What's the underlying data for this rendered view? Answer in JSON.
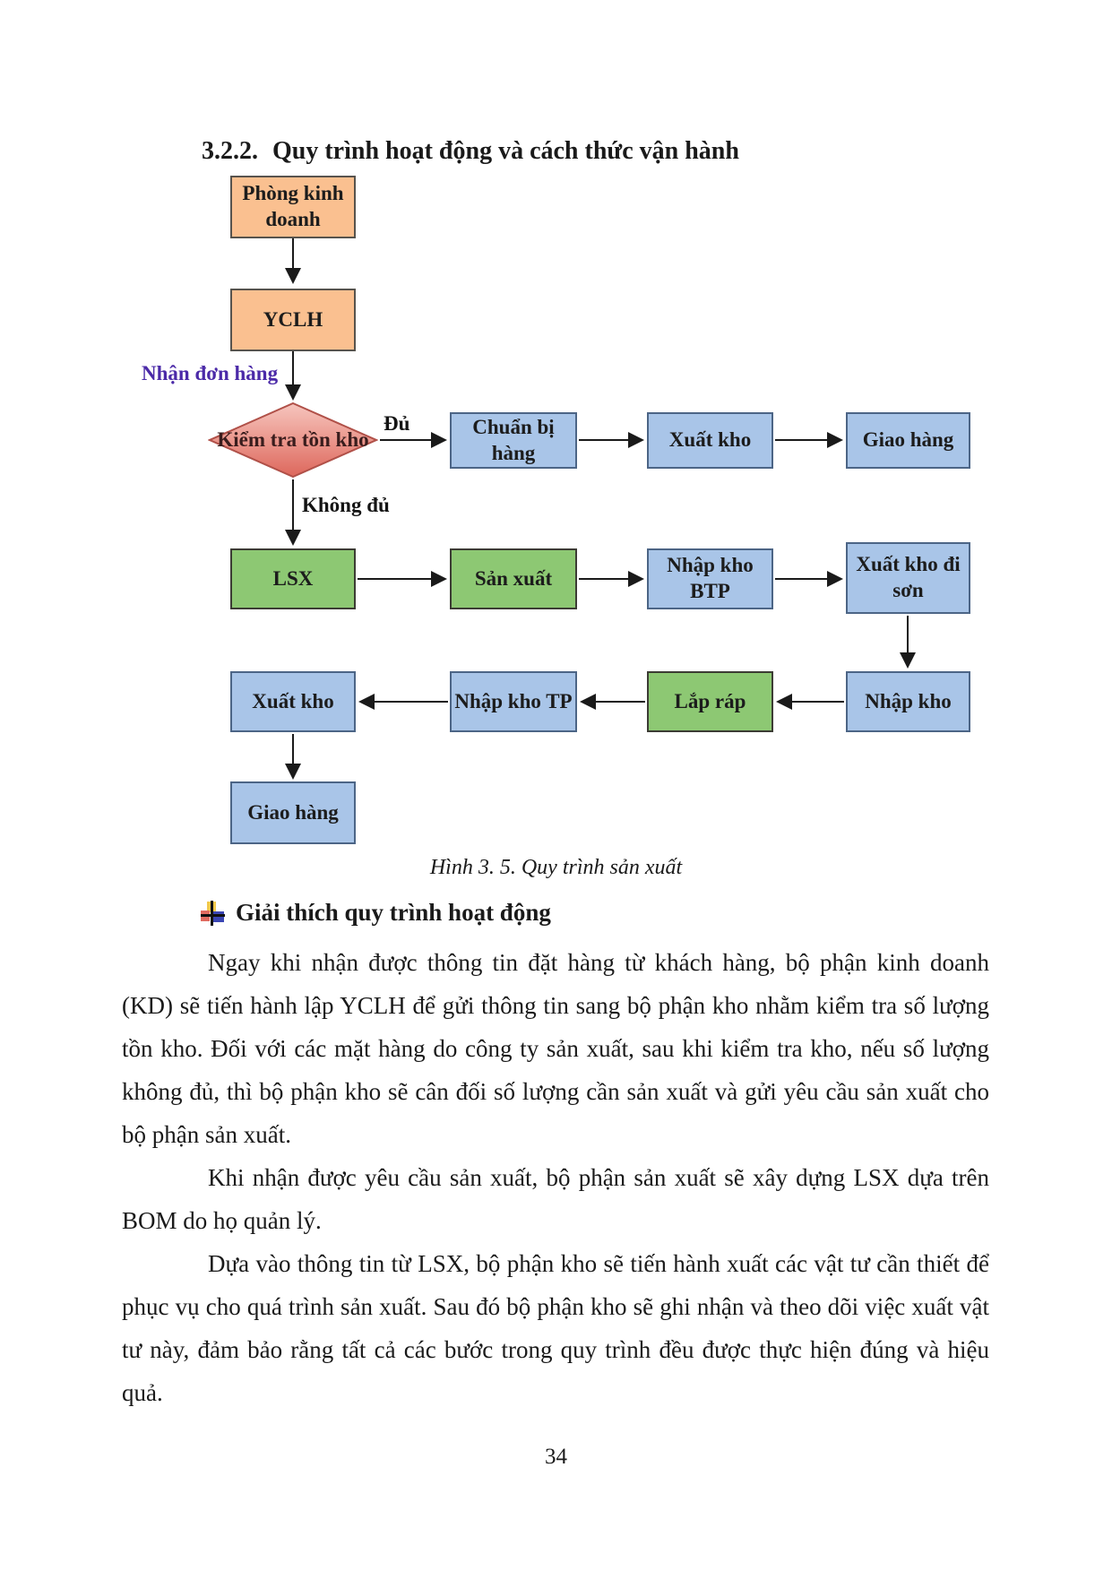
{
  "heading": {
    "number": "3.2.2.",
    "text": "Quy trình hoạt động và cách thức vận hành"
  },
  "flowchart": {
    "nodes": {
      "phong_kinh_doanh": "Phòng kinh doanh",
      "yclh": "YCLH",
      "kiem_tra_ton_kho": "Kiểm tra tồn kho",
      "chuan_bi_hang": "Chuẩn bị hàng",
      "xuat_kho_1": "Xuất kho",
      "giao_hang_1": "Giao hàng",
      "lsx": "LSX",
      "san_xuat": "Sản xuất",
      "nhap_kho_btp": "Nhập kho BTP",
      "xuat_kho_di_son": "Xuất kho đi sơn",
      "nhap_kho": "Nhập kho",
      "lap_rap": "Lắp ráp",
      "nhap_kho_tp": "Nhập kho TP",
      "xuat_kho_2": "Xuất kho",
      "giao_hang_2": "Giao hàng"
    },
    "edge_labels": {
      "nhan_don_hang": "Nhận đơn hàng",
      "du": "Đủ",
      "khong_du": "Không đủ"
    },
    "colors": {
      "orange_fill": "#FAC090",
      "blue_fill": "#A9C5E8",
      "green_fill": "#8DC873",
      "diamond_top": "#F6C5BE",
      "diamond_bottom": "#DD675C",
      "diamond_border": "#B05048",
      "purple_label": "#4B2AA8",
      "arrow": "#1a1a1a"
    }
  },
  "caption": "Hình 3. 5. Quy trình sản xuất",
  "section": {
    "bullet_heading": "Giải thích quy trình hoạt động"
  },
  "body": {
    "p1": "Ngay khi nhận được thông tin đặt hàng từ khách hàng, bộ phận kinh doanh (KD) sẽ tiến hành lập YCLH để gửi thông tin sang bộ phận kho nhằm kiểm tra số lượng tồn kho. Đối với các mặt hàng do công ty sản xuất, sau khi kiểm tra kho, nếu số lượng không đủ, thì bộ phận kho sẽ cân đối số lượng cần sản xuất và gửi yêu cầu sản xuất cho bộ phận sản xuất.",
    "p2": "Khi nhận được yêu cầu sản xuất, bộ phận sản xuất sẽ xây dựng LSX dựa trên BOM do họ quản lý.",
    "p3": "Dựa vào thông tin từ LSX, bộ phận kho sẽ tiến hành xuất các vật tư cần thiết để phục vụ cho quá trình sản xuất. Sau đó bộ phận kho sẽ ghi nhận và theo dõi việc xuất vật tư này, đảm bảo rằng tất cả các bước trong quy trình đều được thực hiện đúng và hiệu quả."
  },
  "page": {
    "number": "34"
  }
}
